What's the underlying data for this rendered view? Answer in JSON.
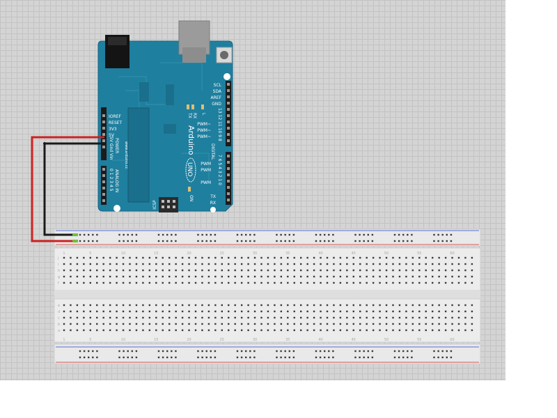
{
  "canvas": {
    "grid": true,
    "background": "#d4d4d4",
    "grid_color": "#c3c3c3"
  },
  "arduino": {
    "brand": "Arduino",
    "model": "UNO",
    "website": "www.arduino.cc",
    "board_color": "#1f7f9f",
    "icsp_label": "ICSP",
    "power_header": [
      "IOREF",
      "RESET",
      "3V3",
      "5V",
      "Gnd",
      "Vin"
    ],
    "power_label": "POWER",
    "analog_label": "ANALOG IN",
    "analog_pins": [
      "0",
      "1",
      "2",
      "3",
      "4",
      "5"
    ],
    "digital_top_labels": [
      "SCL",
      "SDA",
      "AREF",
      "GND"
    ],
    "digital_pins_high": [
      "13",
      "12",
      "11",
      "10",
      "9",
      "8"
    ],
    "digital_pins_low": [
      "7",
      "6",
      "5",
      "4",
      "3",
      "2",
      "1",
      "0"
    ],
    "digital_label": "DIGITAL",
    "pwm_label": "PWM",
    "tx_label": "TX",
    "rx_label": "RX",
    "l_label": "L",
    "on_label": "ON",
    "led_tx_label": "TX",
    "led_rx_label": "RX"
  },
  "wires": [
    {
      "name": "5V",
      "color": "#cc2222",
      "from": "5V",
      "to": "breadboard-rail-plus"
    },
    {
      "name": "GND",
      "color": "#1a1a1a",
      "from": "Gnd",
      "to": "breadboard-rail-minus"
    }
  ],
  "breadboard": {
    "row_letters_top": [
      "j",
      "i",
      "h",
      "g",
      "f"
    ],
    "row_letters_bottom": [
      "e",
      "d",
      "c",
      "b",
      "a"
    ],
    "rail_plus_color": "#d85555",
    "rail_minus_color": "#5570d8",
    "column_numbers": [
      "1",
      "5",
      "10",
      "15",
      "20",
      "25",
      "30",
      "35",
      "40",
      "45",
      "50",
      "55",
      "60"
    ]
  }
}
